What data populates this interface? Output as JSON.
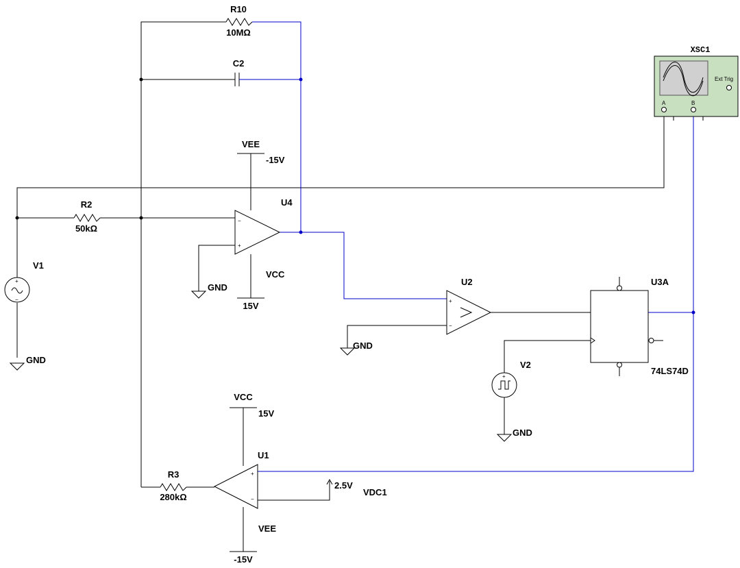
{
  "colors": {
    "wire": "#000000",
    "net_wire": "#0000c8",
    "scope_body": "#c8e0c0",
    "scope_screen": "#d0d0d0"
  },
  "components": {
    "r10": {
      "ref": "R10",
      "value": "10MΩ"
    },
    "c2": {
      "ref": "C2"
    },
    "r2": {
      "ref": "R2",
      "value": "50kΩ"
    },
    "r3": {
      "ref": "R3",
      "value": "280kΩ"
    },
    "u4": {
      "ref": "U4",
      "vee": "VEE",
      "vee_value": "-15V",
      "vcc": "VCC",
      "vcc_value": "15V"
    },
    "u2": {
      "ref": "U2"
    },
    "u1": {
      "ref": "U1",
      "vcc": "VCC",
      "vcc_value": "15V",
      "vee": "VEE",
      "vee_value": "-15V"
    },
    "u3a": {
      "ref": "U3A",
      "part": "74LS74D"
    },
    "v1": {
      "ref": "V1"
    },
    "v2": {
      "ref": "V2"
    },
    "vdc1": {
      "ref": "VDC1",
      "value": "2.5V"
    },
    "xsc1": {
      "ref": "XSC1",
      "ext_trig": "Ext Trig",
      "channel_a": "A",
      "channel_b": "B"
    }
  },
  "grounds": {
    "label": "GND"
  }
}
